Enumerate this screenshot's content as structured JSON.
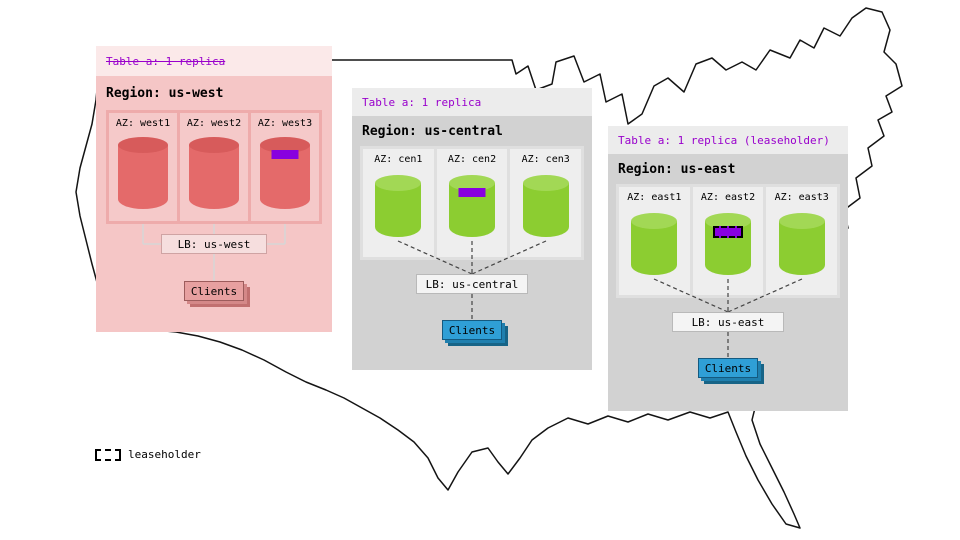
{
  "colors": {
    "purple": "#9900cc",
    "replica": "#8800e0",
    "green": "#8ccd31",
    "green_top": "#a2d855",
    "red": "#e46a6a",
    "red_top": "#d75b5b",
    "blue": "#2f9fd6",
    "blue_sh1": "#1f7fae",
    "blue_sh2": "#176487",
    "pink_clients": "#e7a0a0",
    "pink_sh1": "#d48888",
    "pink_sh2": "#c17070"
  },
  "regions": [
    {
      "name": "us-west",
      "table_label": "Table a: 1 replica",
      "table_label_style": "strikethrough",
      "region_label": "Region: us-west",
      "azs": [
        {
          "label": "AZ: west1",
          "marker": "none"
        },
        {
          "label": "AZ: west2",
          "marker": "none"
        },
        {
          "label": "AZ: west3",
          "marker": "replica"
        }
      ],
      "lb_label": "LB: us-west",
      "clients_label": "Clients"
    },
    {
      "name": "us-central",
      "table_label": "Table a: 1 replica",
      "region_label": "Region: us-central",
      "azs": [
        {
          "label": "AZ: cen1",
          "marker": "none"
        },
        {
          "label": "AZ: cen2",
          "marker": "replica"
        },
        {
          "label": "AZ: cen3",
          "marker": "none"
        }
      ],
      "lb_label": "LB: us-central",
      "clients_label": "Clients"
    },
    {
      "name": "us-east",
      "table_label": "Table a: 1 replica (leaseholder)",
      "region_label": "Region: us-east",
      "azs": [
        {
          "label": "AZ: east1",
          "marker": "none"
        },
        {
          "label": "AZ: east2",
          "marker": "leaseholder"
        },
        {
          "label": "AZ: east3",
          "marker": "none"
        }
      ],
      "lb_label": "LB: us-east",
      "clients_label": "Clients"
    }
  ],
  "legend": {
    "label": "leaseholder"
  }
}
